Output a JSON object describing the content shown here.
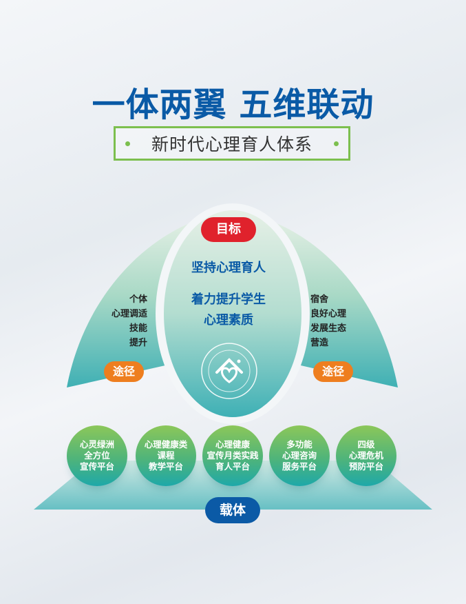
{
  "header": {
    "title": "一体两翼 五维联动",
    "subtitle": "新时代心理育人体系"
  },
  "goal": {
    "label": "目标",
    "line1": "坚持心理育人",
    "line2": "着力提升学生",
    "line3": "心理素质"
  },
  "left_wing": {
    "label": "途径",
    "lines": [
      "个体",
      "心理调适",
      "技能",
      "提升"
    ]
  },
  "right_wing": {
    "label": "途径",
    "lines": [
      "宿舍",
      "良好心理",
      "发展生态",
      "营造"
    ]
  },
  "carrier": {
    "label": "载体",
    "platforms": [
      {
        "lines": [
          "心灵绿洲",
          "全方位",
          "宣传平台"
        ]
      },
      {
        "lines": [
          "心理健康类",
          "课程",
          "教学平台"
        ]
      },
      {
        "lines": [
          "心理健康",
          "宣传月类实践",
          "育人平台"
        ]
      },
      {
        "lines": [
          "多功能",
          "心理咨询",
          "服务平台"
        ]
      },
      {
        "lines": [
          "四级",
          "心理危机",
          "预防平台"
        ]
      }
    ]
  },
  "emblem": {
    "icon": "heart-house-emblem"
  },
  "colors": {
    "title_blue": "#0a5aa6",
    "goal_red": "#e0222c",
    "path_orange": "#ee7e1f",
    "frame_green": "#7cbf4e",
    "teal": "#1ea8a9"
  }
}
